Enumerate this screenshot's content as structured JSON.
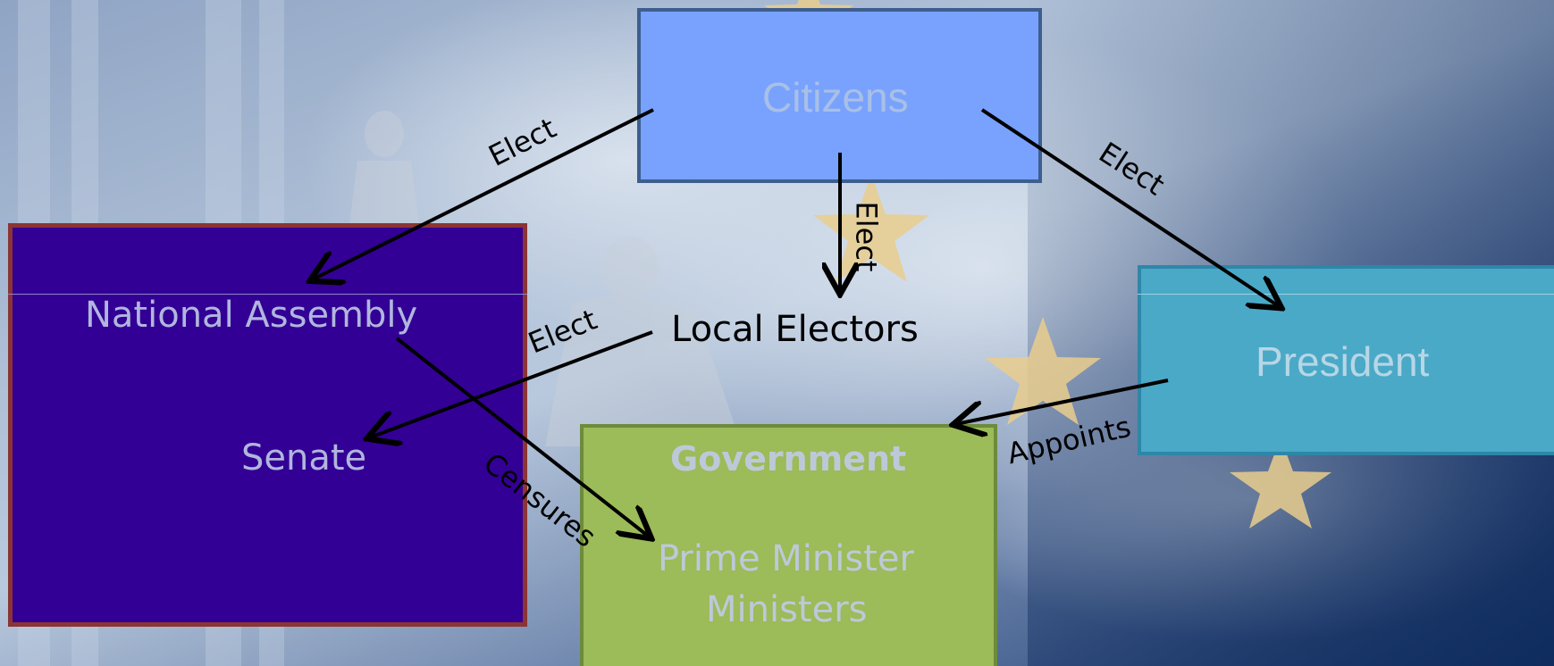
{
  "diagram": {
    "nodes": {
      "citizens": {
        "label": "Citizens",
        "fill": "#78a2fd",
        "border": "#3d5e8e",
        "text_color": "#a9c0e6"
      },
      "national_assembly": {
        "label": "National Assembly",
        "fill": "#330095",
        "border": "#8b3434",
        "text_color": "#b0b6dd"
      },
      "senate": {
        "label": "Senate",
        "text_color": "#b0b6dd"
      },
      "local_electors": {
        "label": "Local Electors",
        "text_color": "#000000"
      },
      "president": {
        "label": "President",
        "fill": "#4aa9c7",
        "border": "#2d87a8",
        "text_color": "#b7d6e6"
      },
      "government": {
        "title": "Government",
        "line1": "Prime Minister",
        "line2": "Ministers",
        "fill": "#9cbb59",
        "border": "#6d8b3c",
        "text_color": "#bdc9d9"
      }
    },
    "edges": [
      {
        "from": "citizens",
        "to": "national_assembly",
        "label": "Elect"
      },
      {
        "from": "citizens",
        "to": "local_electors",
        "label": "Elect"
      },
      {
        "from": "citizens",
        "to": "president",
        "label": "Elect"
      },
      {
        "from": "local_electors",
        "to": "senate",
        "label": "Elect"
      },
      {
        "from": "national_assembly",
        "to": "government",
        "label": "Censures"
      },
      {
        "from": "president",
        "to": "government",
        "label": "Appoints"
      }
    ]
  }
}
